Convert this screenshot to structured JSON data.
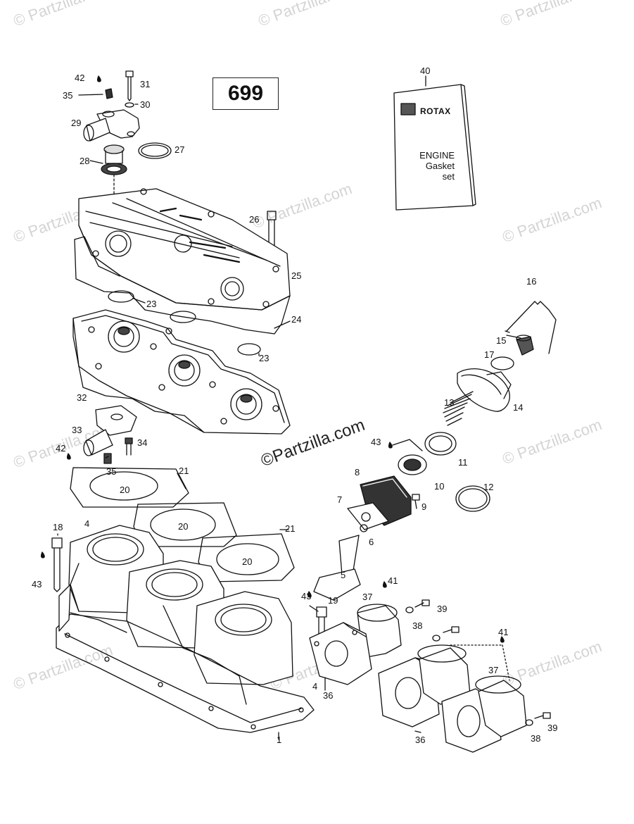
{
  "diagram": {
    "page_number": "699",
    "booklet": {
      "brand": "ROTAX",
      "line1": "ENGINE",
      "line2": "Gasket",
      "line3": "set"
    },
    "watermark_text": "© Partzilla.com",
    "center_watermark": "©Partzilla.com",
    "callouts": [
      {
        "id": "c42a",
        "text": "42"
      },
      {
        "id": "c31",
        "text": "31"
      },
      {
        "id": "c35a",
        "text": "35"
      },
      {
        "id": "c30",
        "text": "30"
      },
      {
        "id": "c29",
        "text": "29"
      },
      {
        "id": "c27",
        "text": "27"
      },
      {
        "id": "c28",
        "text": "28"
      },
      {
        "id": "c26",
        "text": "26"
      },
      {
        "id": "c25",
        "text": "25"
      },
      {
        "id": "c23a",
        "text": "23"
      },
      {
        "id": "c24",
        "text": "24"
      },
      {
        "id": "c23b",
        "text": "23"
      },
      {
        "id": "c32",
        "text": "32"
      },
      {
        "id": "c33",
        "text": "33"
      },
      {
        "id": "c34",
        "text": "34"
      },
      {
        "id": "c42b",
        "text": "42"
      },
      {
        "id": "c35b",
        "text": "35"
      },
      {
        "id": "c21a",
        "text": "21"
      },
      {
        "id": "c20a",
        "text": "20"
      },
      {
        "id": "c20b",
        "text": "20"
      },
      {
        "id": "c21b",
        "text": "21"
      },
      {
        "id": "c20c",
        "text": "20"
      },
      {
        "id": "c18",
        "text": "18"
      },
      {
        "id": "c4a",
        "text": "4"
      },
      {
        "id": "c43a",
        "text": "43"
      },
      {
        "id": "c43b",
        "text": "43"
      },
      {
        "id": "c19",
        "text": "19"
      },
      {
        "id": "c4b",
        "text": "4"
      },
      {
        "id": "c1",
        "text": "1"
      },
      {
        "id": "c40",
        "text": "40"
      },
      {
        "id": "c16",
        "text": "16"
      },
      {
        "id": "c15",
        "text": "15"
      },
      {
        "id": "c17",
        "text": "17"
      },
      {
        "id": "c13",
        "text": "13"
      },
      {
        "id": "c14",
        "text": "14"
      },
      {
        "id": "c43c",
        "text": "43"
      },
      {
        "id": "c11",
        "text": "11"
      },
      {
        "id": "c10",
        "text": "10"
      },
      {
        "id": "c12",
        "text": "12"
      },
      {
        "id": "c8",
        "text": "8"
      },
      {
        "id": "c7",
        "text": "7"
      },
      {
        "id": "c9",
        "text": "9"
      },
      {
        "id": "c6",
        "text": "6"
      },
      {
        "id": "c5",
        "text": "5"
      },
      {
        "id": "c37a",
        "text": "37"
      },
      {
        "id": "c41a",
        "text": "41"
      },
      {
        "id": "c39a",
        "text": "39"
      },
      {
        "id": "c38a",
        "text": "38"
      },
      {
        "id": "c36a",
        "text": "36"
      },
      {
        "id": "c41b",
        "text": "41"
      },
      {
        "id": "c37b",
        "text": "37"
      },
      {
        "id": "c36b",
        "text": "36"
      },
      {
        "id": "c38b",
        "text": "38"
      },
      {
        "id": "c39b",
        "text": "39"
      }
    ]
  }
}
